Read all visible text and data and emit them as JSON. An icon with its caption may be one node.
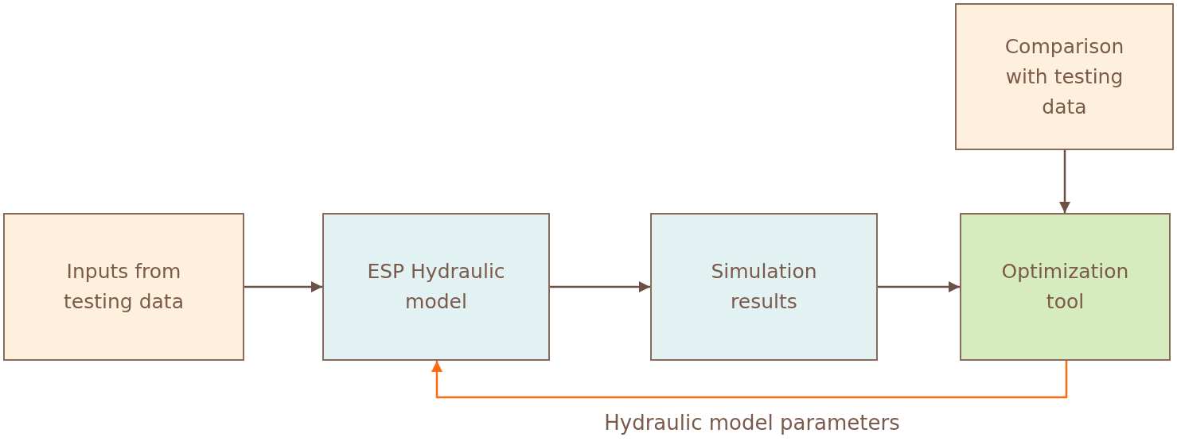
{
  "diagram": {
    "nodes": [
      {
        "text": [
          "Inputs from testing data"
        ]
      },
      {
        "text": [
          "ESP Hydraulic model"
        ]
      },
      {
        "text": [
          "Simulation results"
        ]
      },
      {
        "text": [
          "Comparison with testing data"
        ]
      },
      {
        "text": [
          "Optimization tool"
        ]
      }
    ],
    "edges": [
      {
        "from": 0,
        "to": 1,
        "arrow": "to"
      },
      {
        "from": 1,
        "to": 2,
        "arrow": "to"
      },
      {
        "from": 2,
        "to": 4,
        "arrow": "to"
      },
      {
        "from": 3,
        "to": 4,
        "arrow": "to"
      },
      {
        "from": 4,
        "to": 1,
        "arrow": "to",
        "label": "Hydraulic model parameters",
        "color": "#ff6a13"
      }
    ]
  }
}
